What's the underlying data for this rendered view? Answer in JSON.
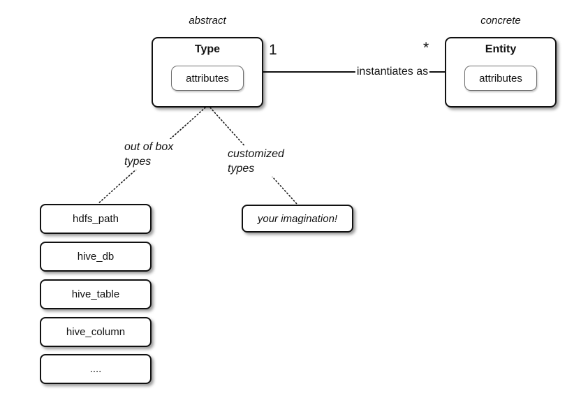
{
  "diagram": {
    "stereotypes": {
      "abstract": "abstract",
      "concrete": "concrete"
    },
    "type_box": {
      "title": "Type",
      "attributes_label": "attributes"
    },
    "entity_box": {
      "title": "Entity",
      "attributes_label": "attributes"
    },
    "relationship": {
      "label": "instantiates as",
      "type_cardinality": "1",
      "entity_cardinality": "*"
    },
    "branch_labels": {
      "out_of_box": {
        "line1": "out of box",
        "line2": "types"
      },
      "customized": {
        "line1": "customized",
        "line2": "types"
      }
    },
    "out_of_box_types": [
      "hdfs_path",
      "hive_db",
      "hive_table",
      "hive_column",
      "...."
    ],
    "customized_example": "your imagination!",
    "colors": {
      "background": "#ffffff",
      "line": "#111111",
      "box_border": "#111111",
      "inner_border": "#6e6e6e",
      "text": "#111111"
    }
  }
}
